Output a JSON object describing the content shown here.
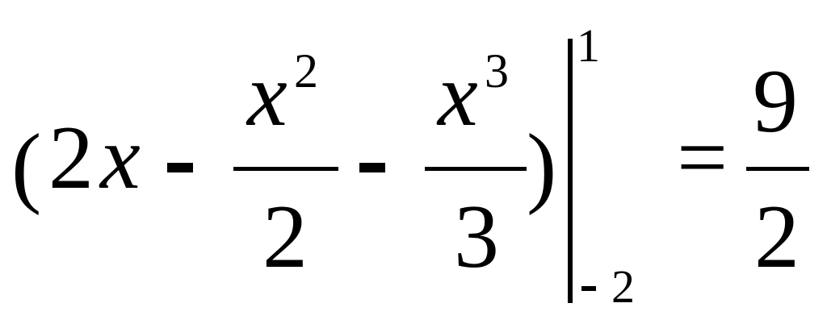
{
  "expression": {
    "open_paren": "(",
    "coef": "2",
    "var_x": "x",
    "minus_1": "-",
    "frac1": {
      "num_base": "x",
      "num_exp": "2",
      "den": "2"
    },
    "minus_2": "-",
    "frac2": {
      "num_base": "x",
      "num_exp": "3",
      "den": "3"
    },
    "close_paren": ")",
    "eval_bar": {
      "upper_limit": "1",
      "lower_limit_sign": "-",
      "lower_limit_value": "2"
    },
    "equals": "=",
    "result": {
      "num": "9",
      "den": "2"
    }
  }
}
